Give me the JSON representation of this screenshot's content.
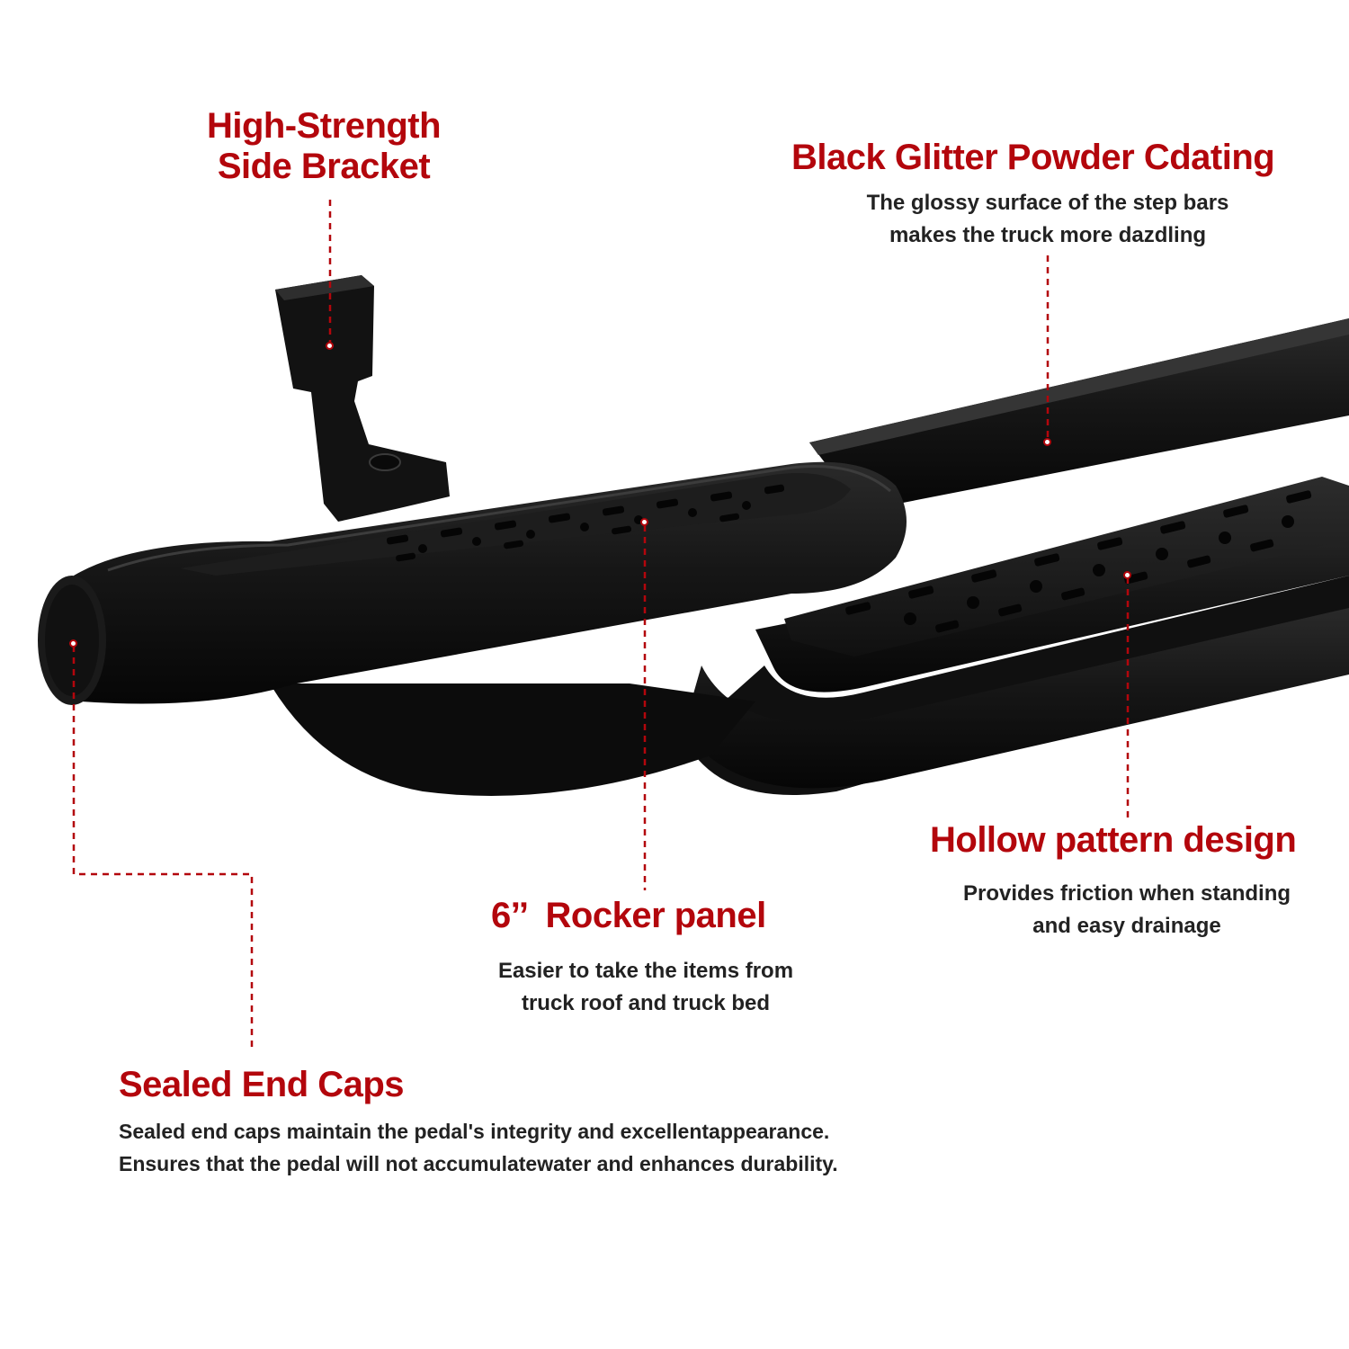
{
  "colors": {
    "accent": "#b3060c",
    "text": "#222222",
    "product": "#141414",
    "background": "#ffffff"
  },
  "callouts": {
    "bracket": {
      "title_line1": "High-Strength",
      "title_line2": "Side Bracket"
    },
    "coating": {
      "title": "Black Glitter Powder Cdating",
      "desc_line1": "The glossy surface of the step bars",
      "desc_line2": "makes the truck more dazdling"
    },
    "rocker": {
      "title": "6’’  Rocker panel",
      "desc_line1": "Easier to take the items from",
      "desc_line2": "truck roof and truck bed"
    },
    "hollow": {
      "title": "Hollow pattern design",
      "desc_line1": "Provides friction when standing",
      "desc_line2": "and easy drainage"
    },
    "endcaps": {
      "title": "Sealed End Caps",
      "desc_line1": "Sealed end caps maintain the pedal's integrity and excellentappearance.",
      "desc_line2": "Ensures that the pedal will not accumulatewater and enhances durability."
    }
  },
  "icons": [
    "marker-dot-icon"
  ]
}
